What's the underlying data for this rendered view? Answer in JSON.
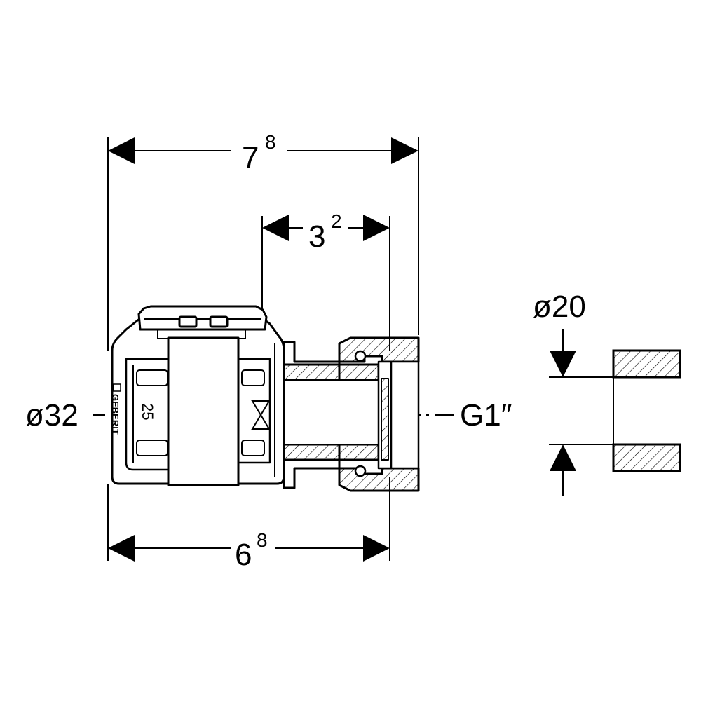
{
  "dimensions": {
    "overall_length": {
      "main": "7",
      "sup": "8"
    },
    "thread_length": {
      "main": "3",
      "sup": "2"
    },
    "body_length": {
      "main": "6",
      "sup": "8"
    },
    "pipe_diameter": "ø32",
    "thread_label": "G1″",
    "inner_diameter": "ø20"
  },
  "fitting": {
    "logo_text": "GEBERIT",
    "size_marking": "25"
  }
}
